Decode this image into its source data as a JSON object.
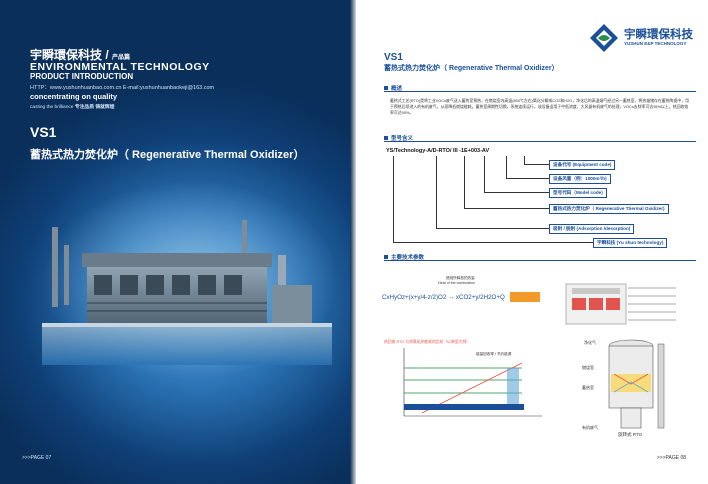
{
  "left_page": {
    "brand_cn": "宇瞬環保科技",
    "brand_suffix": "产品篇",
    "brand_en1": "ENVIRONMENTAL TECHNOLOGY",
    "brand_en2": "PRODUCT INTRODUCTION",
    "contact": "HTTP：www.yushunhuanbao.com.cn  E-mail:yushunhuanbaokeji@163.com",
    "slogan_en": "concentrating on quality",
    "slogan_en2": "casting the brilliance",
    "slogan_cn": "专注品质 铸就辉煌",
    "model": "VS1",
    "title": "蓄热式热力焚化炉（ Regenerative Thermal Oxidizer）",
    "page_label": ">>>PAGE 07"
  },
  "right_page": {
    "logo_cn": "宇瞬環保科技",
    "logo_en": "YUSHUN E&P TECHNOLOGY",
    "model": "VS1",
    "title": "蓄热式热力焚化炉（ Regenerative Thermal Oxidizer）",
    "section_overview": "概述",
    "overview_text": "蓄热式工艺(RTO)是将工业VOCs废气送入蓄热室预热，在燃烧室内高温(800℃左右)氧化分解成CO2和H2O，净化后的高温烟气经过另一蓄热室，将热量储存在蓄热陶瓷中，用于预热后续进入的有机废气，从而降低燃烧能耗。蓄热室周期性切换，系统连续运行。该设备适用于中低浓度、大风量有机废气的处理，VOCs去除率可达95%以上，热回收效率可达95%。",
    "section_model": "型号含义",
    "model_code": "YS/Technology-A/D-RTO/ III -1E+003-AV",
    "code_labels": [
      "设备代号 (Equipment code)",
      "设备风量（例：1000m³/h)",
      "型号代码（Model code)",
      "蓄热式热力焚化炉（ Regenerative Thermal Oxidizer)",
      "吸附 / 脱附 (Adsorption /desorption)",
      "宇瞬科技 (Yu shun technology)"
    ],
    "section_params": "主要技术参数",
    "equation": "CxHyOz+(x+y/4-z/2)O2 → xCO2+y/2H2O+Q",
    "eq_note": "燃烧所释放的热量",
    "eq_note2": "Heat of the combustion",
    "chart_title": "热回收 RTO 与热氧化炉能耗的比较（以单室为例）",
    "legend": [
      "能量回收率",
      "节约能源"
    ],
    "stack_labels": [
      "净化气",
      "燃烧室",
      "蓄热室",
      "有机废气",
      "旋转式 RTO"
    ],
    "page_label": ">>>PAGE 08"
  },
  "colors": {
    "brand_blue": "#1b4f99",
    "page_blue": "#0f3f76"
  }
}
